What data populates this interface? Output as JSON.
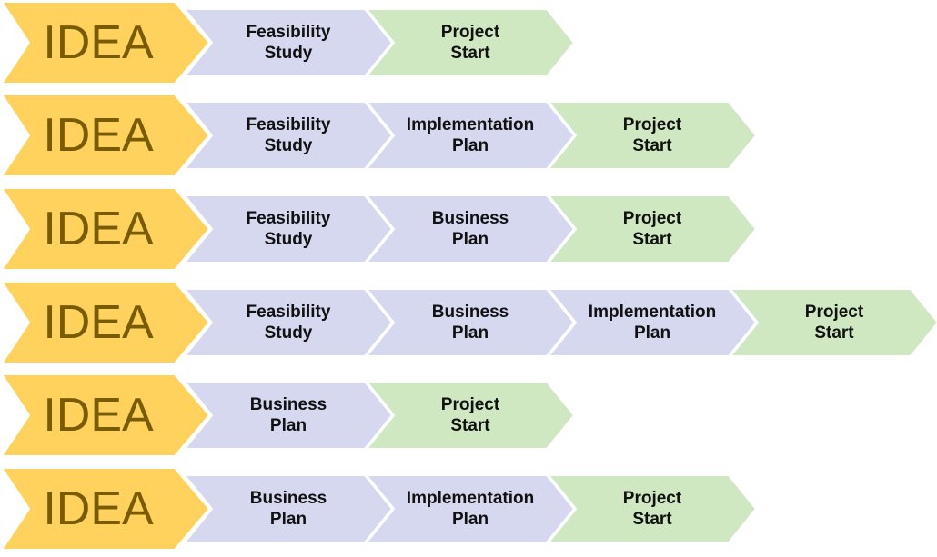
{
  "colors": {
    "idea_fill": "#FFD25E",
    "idea_text": "#7A5C00",
    "step_fill": "#D5D8EE",
    "project_fill": "#CFE8C2",
    "text": "#111111",
    "outline": "#FFFFFF"
  },
  "rows": [
    {
      "steps": [
        {
          "label": "IDEA",
          "kind": "idea"
        },
        {
          "label": "Feasibility\nStudy",
          "kind": "step"
        },
        {
          "label": "Project\nStart",
          "kind": "project"
        }
      ]
    },
    {
      "steps": [
        {
          "label": "IDEA",
          "kind": "idea"
        },
        {
          "label": "Feasibility\nStudy",
          "kind": "step"
        },
        {
          "label": "Implementation\nPlan",
          "kind": "step"
        },
        {
          "label": "Project\nStart",
          "kind": "project"
        }
      ]
    },
    {
      "steps": [
        {
          "label": "IDEA",
          "kind": "idea"
        },
        {
          "label": "Feasibility\nStudy",
          "kind": "step"
        },
        {
          "label": "Business\nPlan",
          "kind": "step"
        },
        {
          "label": "Project\nStart",
          "kind": "project"
        }
      ]
    },
    {
      "steps": [
        {
          "label": "IDEA",
          "kind": "idea"
        },
        {
          "label": "Feasibility\nStudy",
          "kind": "step"
        },
        {
          "label": "Business\nPlan",
          "kind": "step"
        },
        {
          "label": "Implementation\nPlan",
          "kind": "step"
        },
        {
          "label": "Project\nStart",
          "kind": "project"
        }
      ]
    },
    {
      "steps": [
        {
          "label": "IDEA",
          "kind": "idea"
        },
        {
          "label": "Business\nPlan",
          "kind": "step"
        },
        {
          "label": "Project\nStart",
          "kind": "project"
        }
      ]
    },
    {
      "steps": [
        {
          "label": "IDEA",
          "kind": "idea"
        },
        {
          "label": "Business\nPlan",
          "kind": "step"
        },
        {
          "label": "Implementation\nPlan",
          "kind": "step"
        },
        {
          "label": "Project\nStart",
          "kind": "project"
        }
      ]
    }
  ]
}
